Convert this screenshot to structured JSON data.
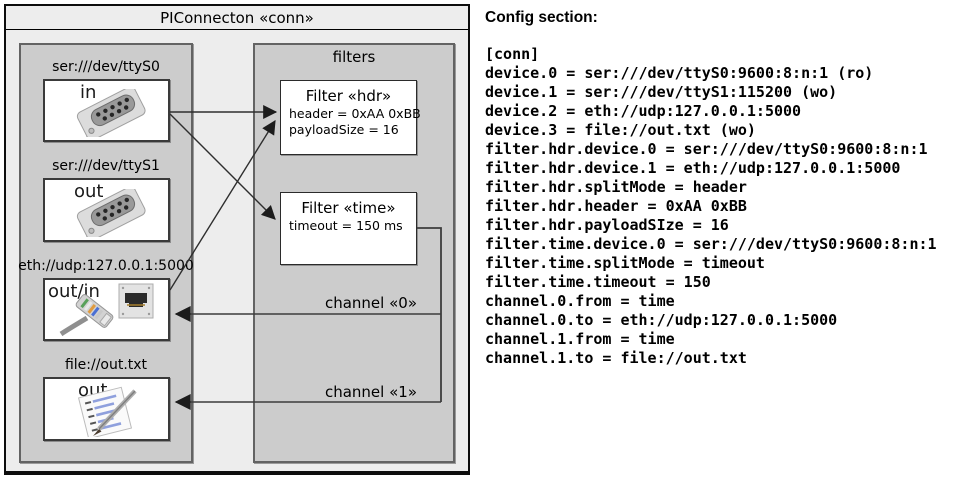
{
  "diagram": {
    "title": "PIConnecton «conn»",
    "devices_panel": {
      "devices": [
        {
          "label": "ser:///dev/ttyS0",
          "direction": "in",
          "icon": "serial-port-icon"
        },
        {
          "label": "ser:///dev/ttyS1",
          "direction": "out",
          "icon": "serial-port-icon"
        },
        {
          "label": "eth://udp:127.0.0.1:5000",
          "direction": "out/in",
          "icon": "ethernet-icon"
        },
        {
          "label": "file://out.txt",
          "direction": "out",
          "icon": "notepad-icon"
        }
      ]
    },
    "filters_panel": {
      "title": "filters",
      "filters": [
        {
          "title": "Filter «hdr»",
          "properties": [
            "header = 0xAA 0xBB",
            "payloadSize = 16"
          ]
        },
        {
          "title": "Filter «time»",
          "properties": [
            "timeout = 150 ms"
          ]
        }
      ],
      "channels": [
        {
          "label": "channel «0»"
        },
        {
          "label": "channel «1»"
        }
      ]
    },
    "colors": {
      "frame_bg": "#ededed",
      "panel_bg": "#cccccc",
      "box_bg": "#ffffff",
      "line": "#2e2e2e"
    }
  },
  "config": {
    "title": "Config section:",
    "lines": [
      "[conn]",
      "device.0 = ser:///dev/ttyS0:9600:8:n:1 (ro)",
      "device.1 = ser:///dev/ttyS1:115200 (wo)",
      "device.2 = eth://udp:127.0.0.1:5000",
      "device.3 = file://out.txt (wo)",
      "filter.hdr.device.0 = ser:///dev/ttyS0:9600:8:n:1",
      "filter.hdr.device.1 = eth://udp:127.0.0.1:5000",
      "filter.hdr.splitMode = header",
      "filter.hdr.header = 0xAA 0xBB",
      "filter.hdr.payloadSIze = 16",
      "filter.time.device.0 = ser:///dev/ttyS0:9600:8:n:1",
      "filter.time.splitMode = timeout",
      "filter.time.timeout = 150",
      "channel.0.from = time",
      "channel.0.to = eth://udp:127.0.0.1:5000",
      "channel.1.from = time",
      "channel.1.to = file://out.txt"
    ]
  }
}
